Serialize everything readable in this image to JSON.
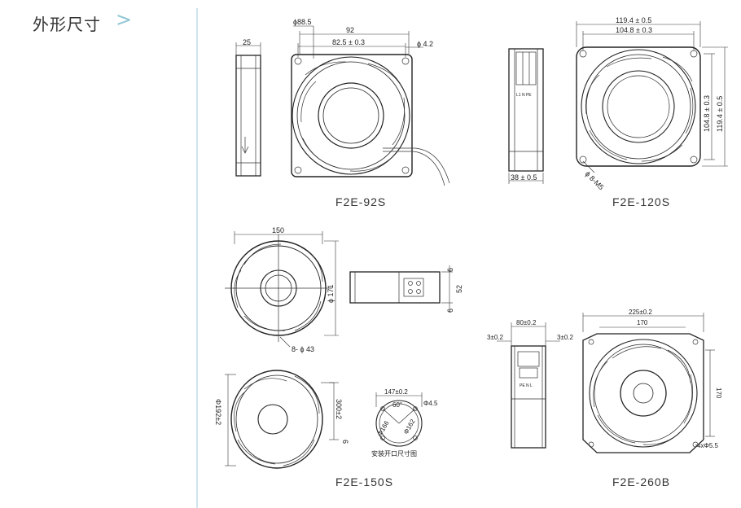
{
  "sidebar": {
    "title": "外形尺寸",
    "chevron": ">"
  },
  "models": {
    "f2e_92s": {
      "caption": "F2E-92S",
      "dims": {
        "side_width": "25",
        "outer_dia": "ϕ88.5",
        "size": "92",
        "hole_pitch": "82.5 ± 0.3",
        "hole_dia": "ϕ 4.2"
      }
    },
    "f2e_120s": {
      "caption": "F2E-120S",
      "dims": {
        "width_outer": "119.4 ± 0.5",
        "width_inner": "104.8 ± 0.3",
        "height_inner": "104.8 ± 0.3",
        "height_outer": "119.4 ± 0.5",
        "depth": "38 ± 0.5",
        "holes": "ϕ 8-M5",
        "terminal_labels": "L1  N  PE"
      }
    },
    "f2e_150s": {
      "caption": "F2E-150S",
      "dims": {
        "width": "150",
        "height": "ϕ 171",
        "holes": "8- ϕ 43",
        "side_a": "6",
        "side_b": "52",
        "side_c": "6",
        "back_dia": "Φ192±2",
        "depth": "300±2",
        "depth_small": "6",
        "cutout_width": "147±0.2",
        "cutout_angle": "60°",
        "cutout_hole": "Φ4.5",
        "cutout_dia1": "Φ166",
        "cutout_dia2": "Φ162",
        "cutout_note": "安装开口尺寸图"
      }
    },
    "f2e_260b": {
      "caption": "F2E-260B",
      "dims": {
        "width_outer": "225±0.2",
        "width_inner": "170",
        "height_inner": "170",
        "holes": "4xΦ5.5",
        "depth": "80±0.2",
        "flange_left": "3±0.2",
        "flange_right": "3±0.2",
        "terminal_labels": "PE  N  L"
      }
    }
  }
}
